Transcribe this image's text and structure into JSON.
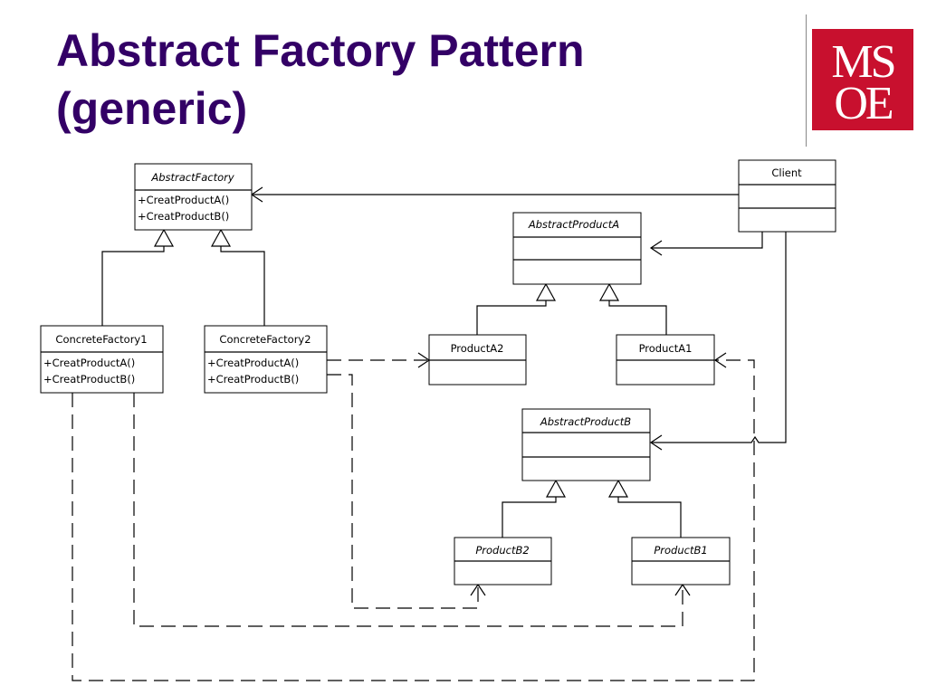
{
  "slide": {
    "title_line1": "Abstract Factory Pattern",
    "title_line2": "(generic)",
    "logo_line1": "MS",
    "logo_line2": "OE",
    "title_color": "#330066",
    "logo_color": "#c8102e"
  },
  "classes": {
    "abstract_factory": {
      "name": "AbstractFactory",
      "ops": [
        "+CreatProductA()",
        "+CreatProductB()"
      ]
    },
    "client": {
      "name": "Client"
    },
    "abstract_product_a": {
      "name": "AbstractProductA"
    },
    "concrete_factory1": {
      "name": "ConcreteFactory1",
      "ops": [
        "+CreatProductA()",
        "+CreatProductB()"
      ]
    },
    "concrete_factory2": {
      "name": "ConcreteFactory2",
      "ops": [
        "+CreatProductA()",
        "+CreatProductB()"
      ]
    },
    "product_a2": {
      "name": "ProductA2"
    },
    "product_a1": {
      "name": "ProductA1"
    },
    "abstract_product_b": {
      "name": "AbstractProductB"
    },
    "product_b2": {
      "name": "ProductB2"
    },
    "product_b1": {
      "name": "ProductB1"
    }
  }
}
